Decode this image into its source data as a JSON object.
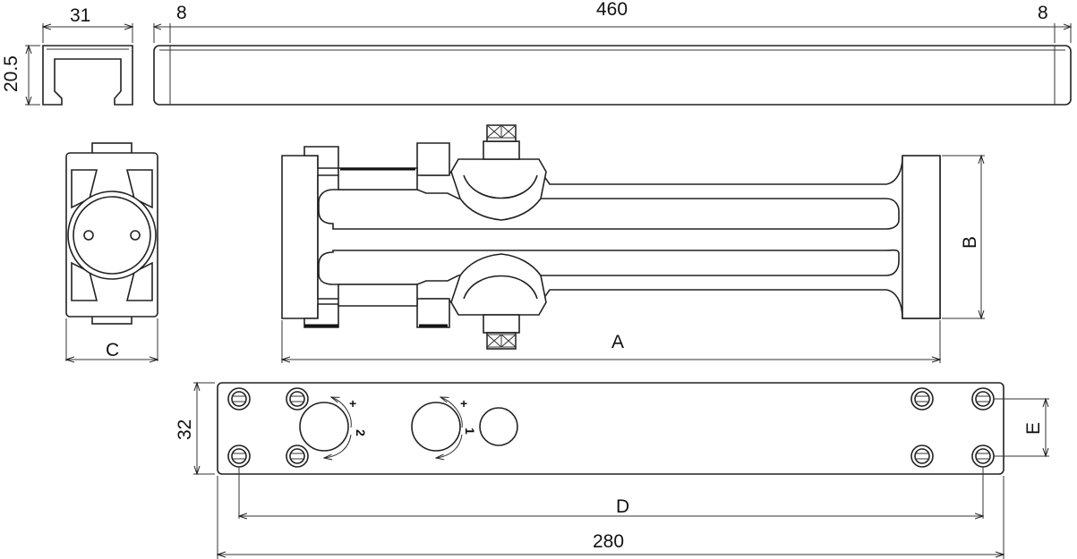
{
  "dimensions": {
    "channel_width": "31",
    "channel_height": "20.5",
    "rail_end_left": "8",
    "rail_length": "460",
    "rail_end_right": "8",
    "closer_width": "C",
    "arm_length": "A",
    "arm_height": "B",
    "plate_height": "32",
    "hole_spacing": "D",
    "plate_length": "280",
    "hole_offset": "E"
  },
  "valve_labels": {
    "valve_1_plus": "+",
    "valve_1_number": "2",
    "valve_2_plus": "+",
    "valve_2_number": "1"
  }
}
